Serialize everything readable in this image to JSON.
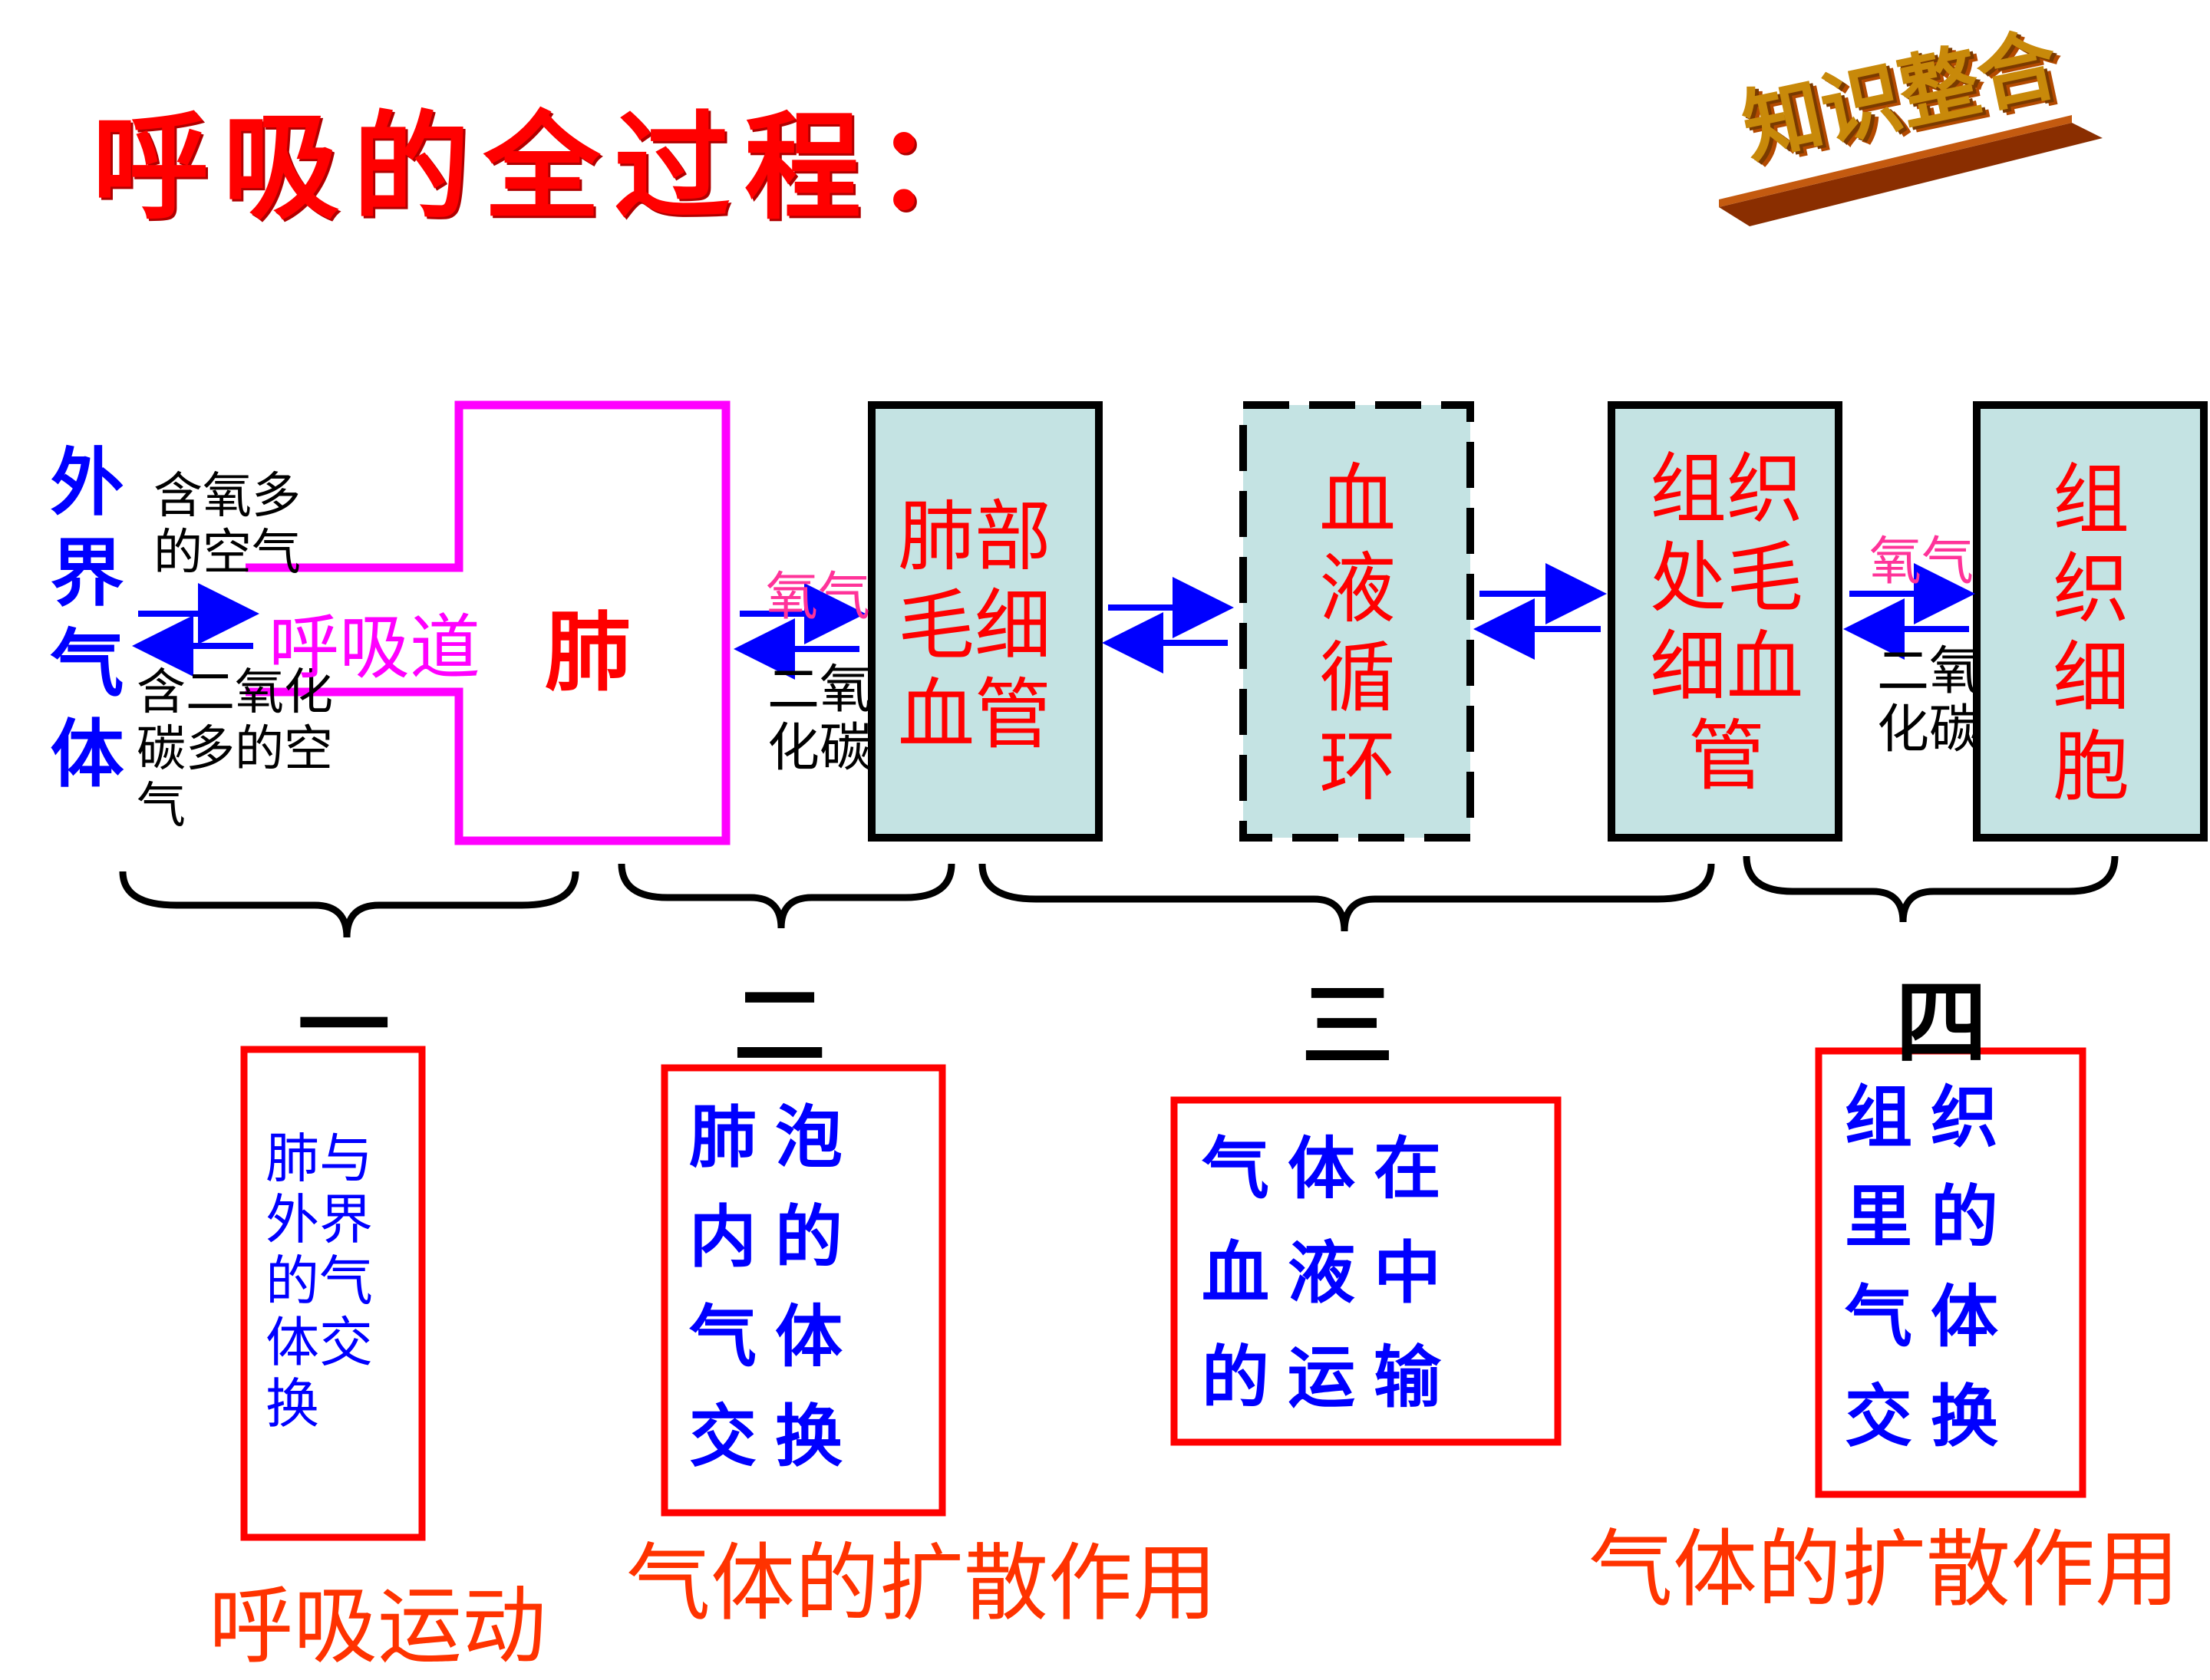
{
  "title": "呼吸的全过程：",
  "badge": "知识整合",
  "outside_air": "外界气体",
  "airway": "呼吸道",
  "lung": "肺",
  "inhale_label": "含氧多的空气",
  "exhale_label": "含二氧化碳多的空气",
  "gas_o2": "氧气",
  "gas_co2": "二氧化碳",
  "boxes": {
    "lung_capillary": "肺部毛细血管",
    "blood_circulation": "血液循环",
    "tissue_capillary": "组织处毛细血管",
    "tissue_cell": "组织细胞"
  },
  "stages": {
    "s1": "一",
    "s2": "二",
    "s3": "三",
    "s4": "四"
  },
  "descriptions": {
    "d1": "肺与外界的气体交换",
    "d2": "肺泡内的气体交换",
    "d3": "气体在血液中的运输",
    "d4": "组织里的气体交换"
  },
  "captions": {
    "c1": "呼吸运动",
    "c2": "气体的扩散作用",
    "c4": "气体的扩散作用"
  },
  "colors": {
    "title": "#ff0000",
    "box_fill": "#c4e3e3",
    "lung_outline": "#ff00ff",
    "arrow": "#0000ff",
    "desc_border": "#ff0000",
    "caption": "#ff3300"
  }
}
